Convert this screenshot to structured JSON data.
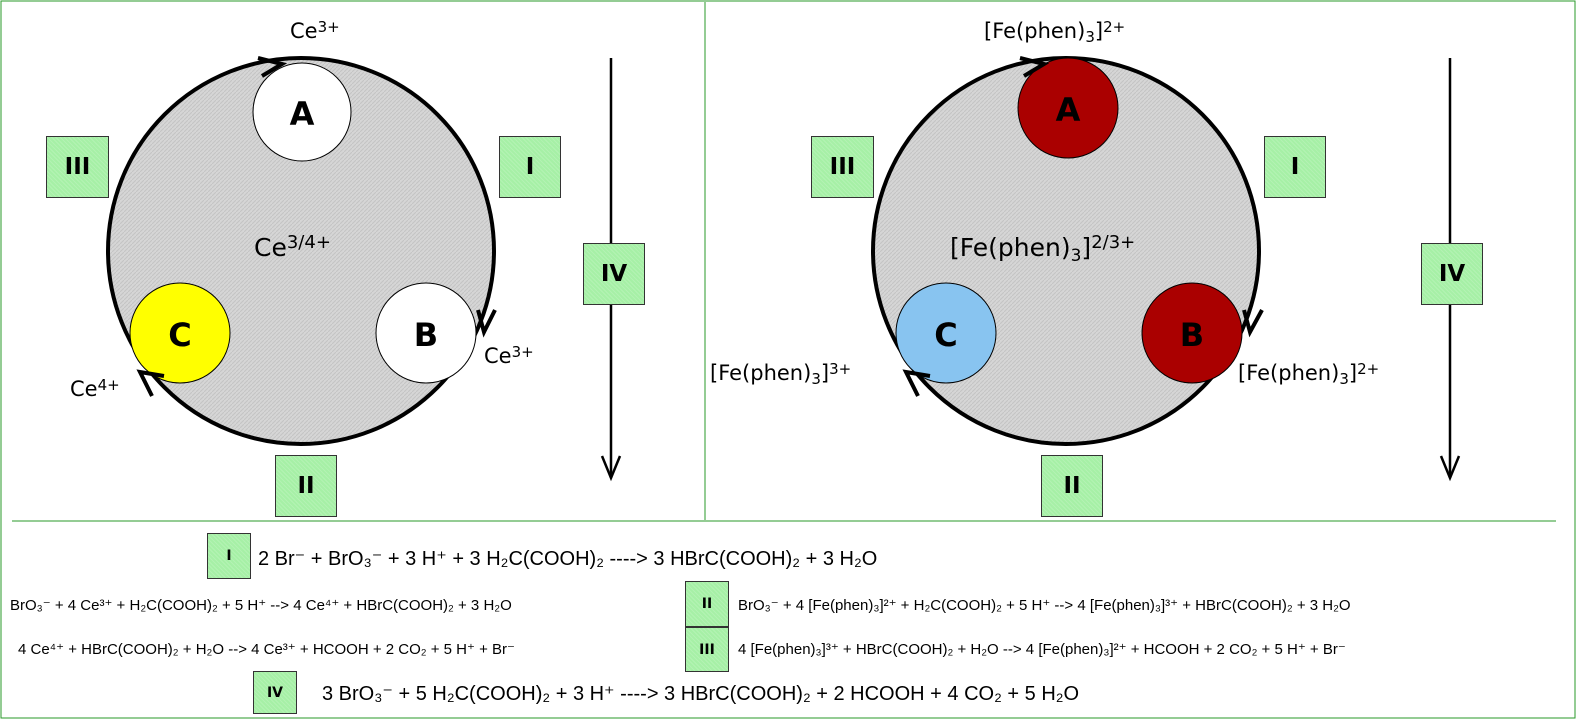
{
  "colors": {
    "frame": "#2a9a2a",
    "box": "#a6f0a6",
    "disc": "#d6d6d6",
    "ce_c": "#ffff00",
    "fe_a": "#aa0000",
    "fe_b": "#aa0000",
    "fe_c": "#88c4f0"
  },
  "steps": {
    "I": "I",
    "II": "II",
    "III": "III",
    "IV": "IV"
  },
  "left": {
    "points": {
      "A": "A",
      "B": "B",
      "C": "C"
    },
    "center": {
      "base": "Ce",
      "sup": "3/4+"
    },
    "top": {
      "base": "Ce",
      "sup": "3+"
    },
    "right": {
      "base": "Ce",
      "sup": "3+"
    },
    "left": {
      "base": "Ce",
      "sup": "4+"
    }
  },
  "right": {
    "points": {
      "A": "A",
      "B": "B",
      "C": "C"
    },
    "center": {
      "base": "[Fe(phen)",
      "sub": "3",
      "end": "]",
      "sup": "2/3+"
    },
    "top": {
      "base": "[Fe(phen)",
      "sub": "3",
      "end": "]",
      "sup": "2+"
    },
    "right": {
      "base": "[Fe(phen)",
      "sub": "3",
      "end": "]",
      "sup": "2+"
    },
    "left": {
      "base": "[Fe(phen)",
      "sub": "3",
      "end": "]",
      "sup": "3+"
    }
  },
  "equations": {
    "I": "2 Br⁻ + BrO₃⁻ + 3 H⁺ + 3 H₂C(COOH)₂ ----> 3 HBrC(COOH)₂ + 3 H₂O",
    "II_ce": "BrO₃⁻  + 4 Ce³⁺ + H₂C(COOH)₂ + 5 H⁺ --> 4 Ce⁴⁺ + HBrC(COOH)₂ + 3 H₂O",
    "II_fe": "BrO₃⁻  + 4 [Fe(phen)₃]²⁺ + H₂C(COOH)₂ + 5 H⁺ --> 4 [Fe(phen)₃]³⁺ + HBrC(COOH)₂ + 3 H₂O",
    "III_ce": "4 Ce⁴⁺ + HBrC(COOH)₂ + H₂O --> 4 Ce³⁺ + HCOOH + 2 CO₂ + 5 H⁺ + Br⁻",
    "III_fe": "4 [Fe(phen)₃]³⁺ + HBrC(COOH)₂ + H₂O --> 4 [Fe(phen)₃]²⁺ + HCOOH + 2 CO₂ + 5 H⁺ + Br⁻",
    "IV": "3 BrO₃⁻ + 5 H₂C(COOH)₂ + 3 H⁺ ----> 3 HBrC(COOH)₂ + 2 HCOOH + 4 CO₂ + 5 H₂O"
  }
}
